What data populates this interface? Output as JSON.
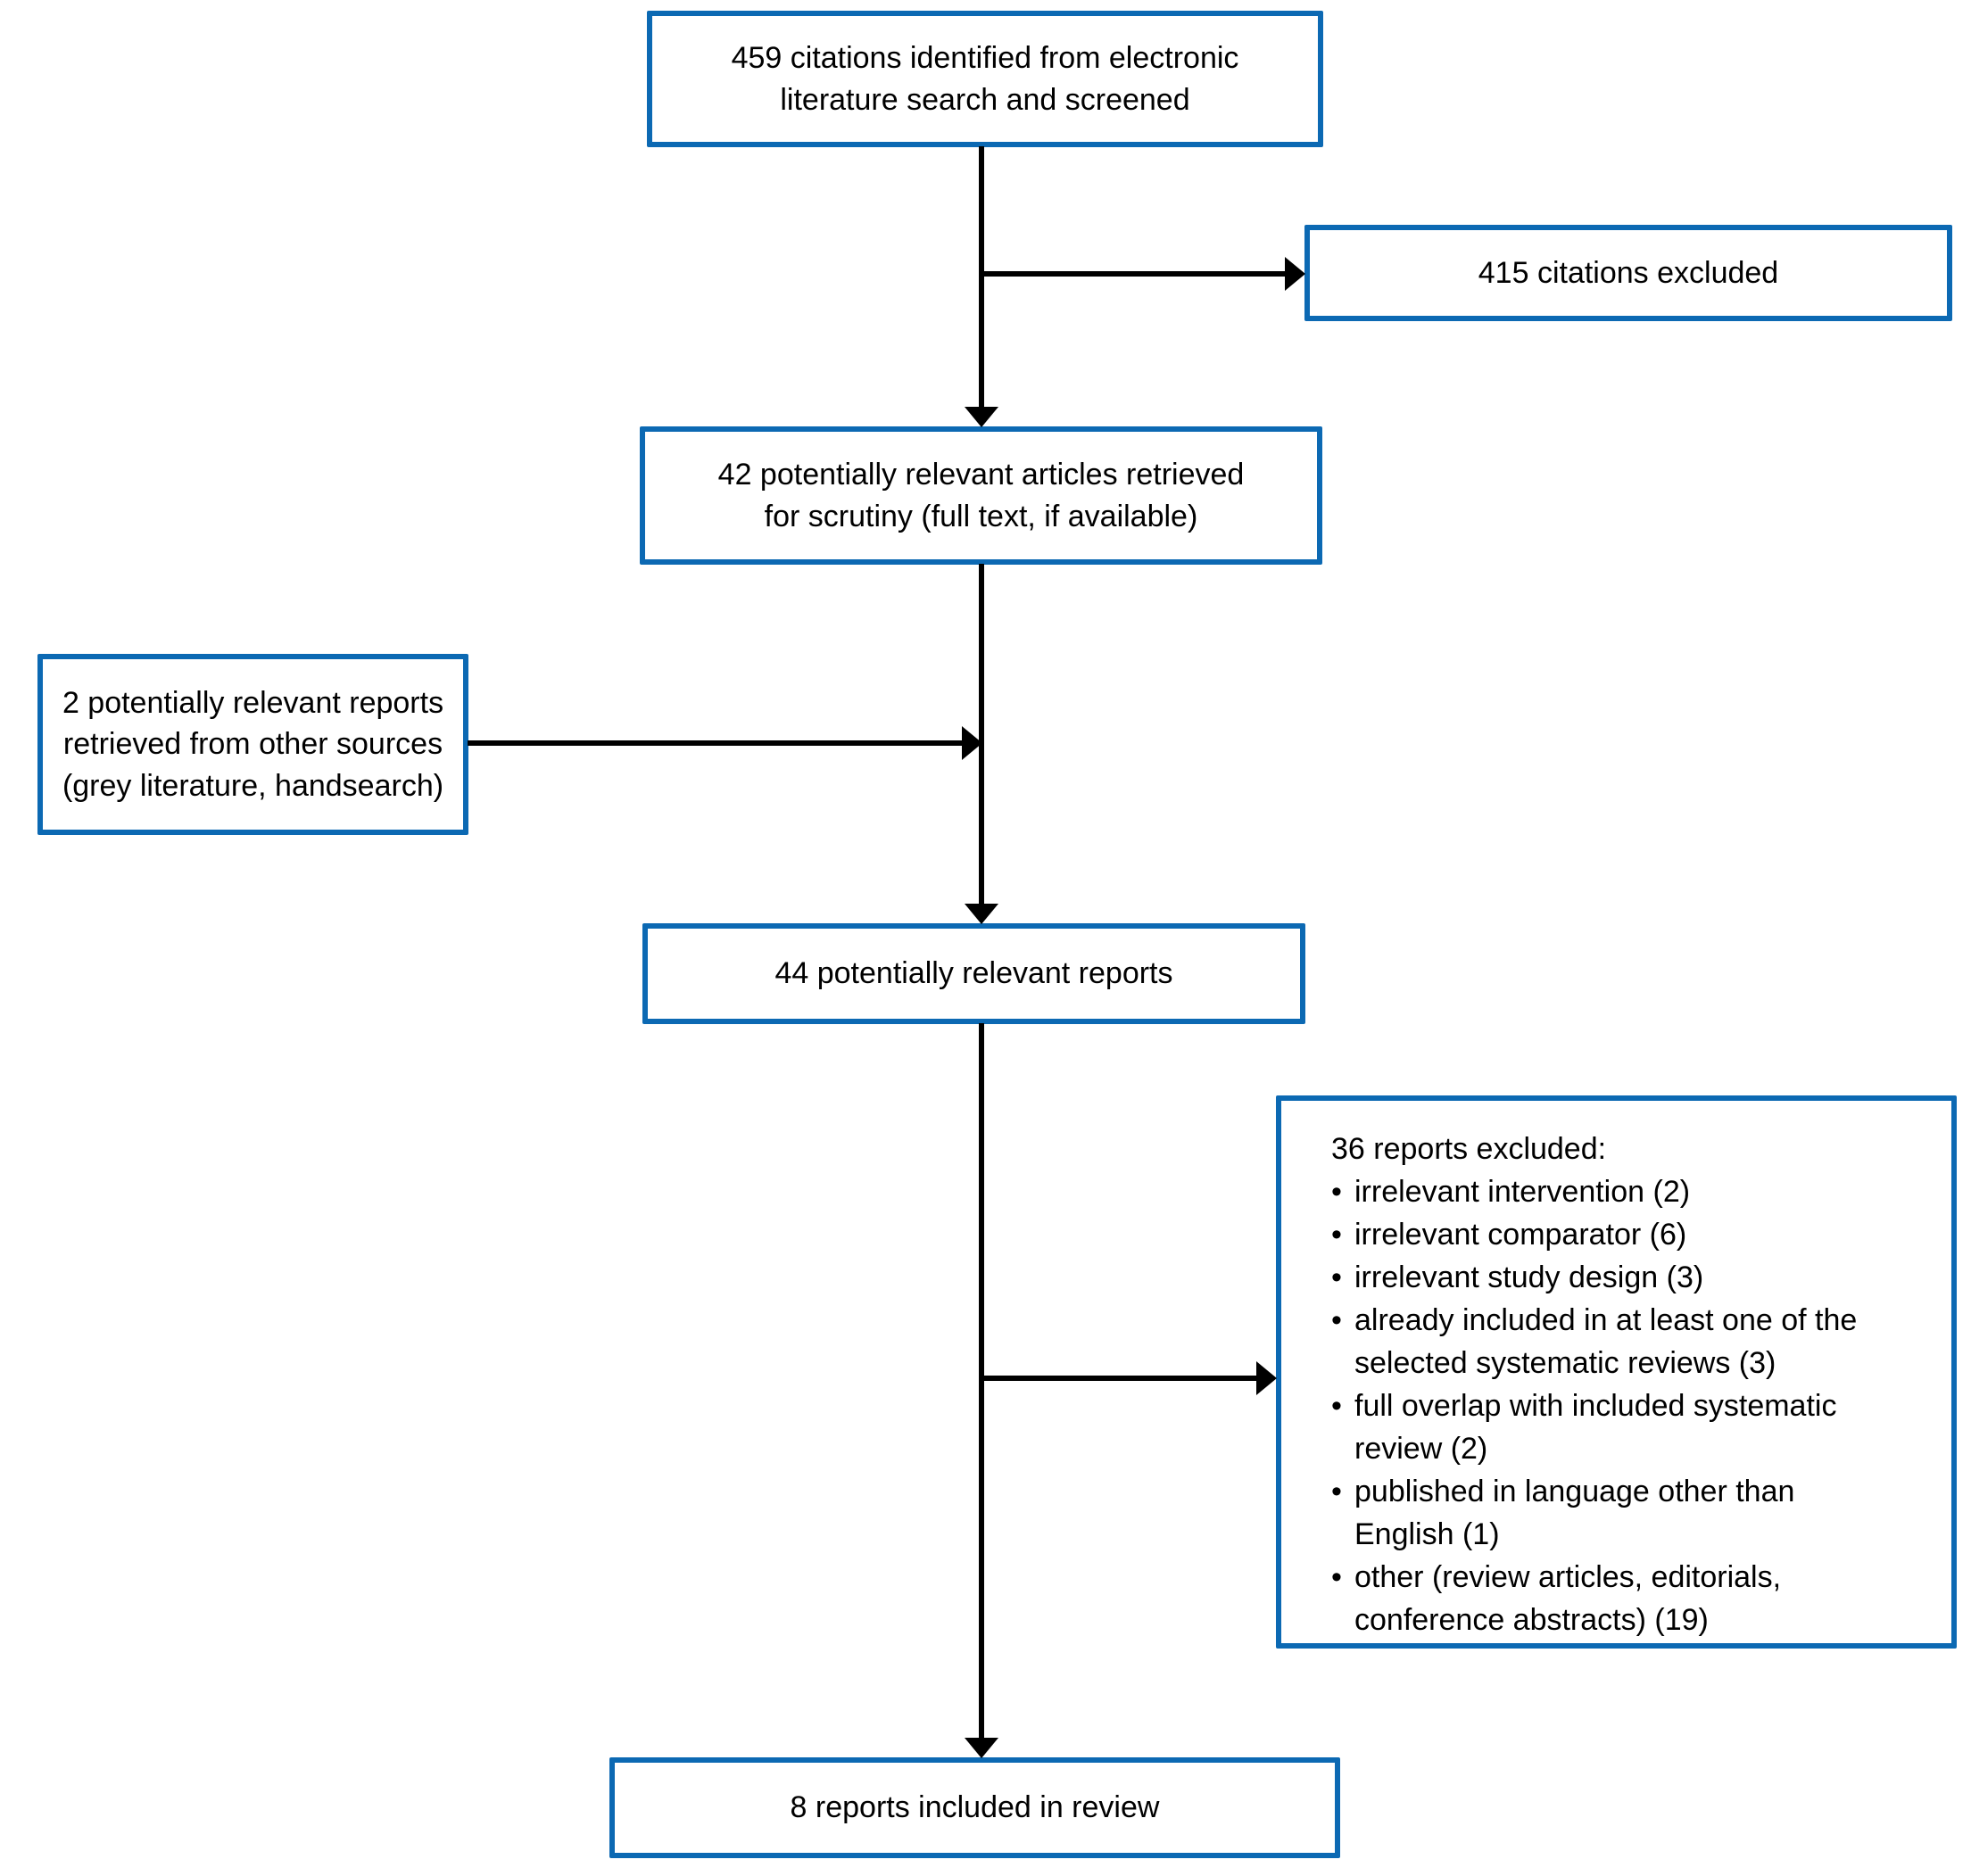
{
  "diagram": {
    "type": "prisma-flow",
    "colors": {
      "box_border": "#0c69b3",
      "connector": "#000000",
      "text": "#000000",
      "background": "#ffffff"
    },
    "boxes": {
      "identified": {
        "text": "459 citations identified from electronic\nliterature search and screened"
      },
      "citations_excluded": {
        "text": "415 citations excluded"
      },
      "retrieved": {
        "text": "42 potentially relevant articles retrieved\nfor scrutiny (full text, if available)"
      },
      "other_sources": {
        "text": "2 potentially relevant reports\nretrieved from other sources\n(grey literature, handsearch)"
      },
      "relevant_reports": {
        "text": "44 potentially relevant reports"
      },
      "reports_excluded": {
        "title": "36 reports excluded:",
        "bullet": "•",
        "items": [
          "irrelevant intervention (2)",
          "irrelevant comparator (6)",
          "irrelevant study design (3)",
          "already included in at least one of the\nselected systematic reviews (3)",
          "full overlap with included systematic\nreview (2)",
          "published in language other than\nEnglish (1)",
          "other (review articles, editorials,\nconference abstracts) (19)"
        ]
      },
      "included": {
        "text": "8 reports included in review"
      }
    }
  }
}
